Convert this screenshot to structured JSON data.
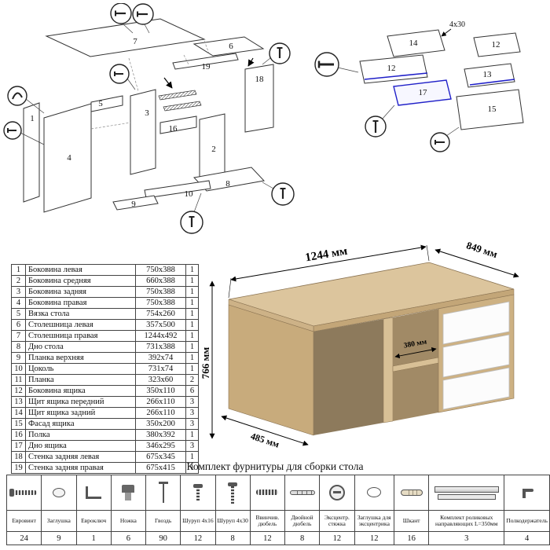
{
  "parts_table": {
    "rows": [
      {
        "num": "1",
        "name": "Боковина левая",
        "size": "750x388",
        "qty": "1"
      },
      {
        "num": "2",
        "name": "Боковина средняя",
        "size": "660x388",
        "qty": "1"
      },
      {
        "num": "3",
        "name": "Боковина задняя",
        "size": "750x388",
        "qty": "1"
      },
      {
        "num": "4",
        "name": "Боковина правая",
        "size": "750x388",
        "qty": "1"
      },
      {
        "num": "5",
        "name": "Вязка стола",
        "size": "754x260",
        "qty": "1"
      },
      {
        "num": "6",
        "name": "Столешница левая",
        "size": "357x500",
        "qty": "1"
      },
      {
        "num": "7",
        "name": "Столешница правая",
        "size": "1244x492",
        "qty": "1"
      },
      {
        "num": "8",
        "name": "Дно стола",
        "size": "731x388",
        "qty": "1"
      },
      {
        "num": "9",
        "name": "Планка верхняя",
        "size": "392x74",
        "qty": "1"
      },
      {
        "num": "10",
        "name": "Цоколь",
        "size": "731x74",
        "qty": "1"
      },
      {
        "num": "11",
        "name": "Планка",
        "size": "323x60",
        "qty": "2"
      },
      {
        "num": "12",
        "name": "Боковина ящика",
        "size": "350x110",
        "qty": "6"
      },
      {
        "num": "13",
        "name": "Щит ящика передний",
        "size": "266x110",
        "qty": "3"
      },
      {
        "num": "14",
        "name": "Щит ящика задний",
        "size": "266x110",
        "qty": "3"
      },
      {
        "num": "15",
        "name": "Фасад ящика",
        "size": "350x200",
        "qty": "3"
      },
      {
        "num": "16",
        "name": "Полка",
        "size": "380x392",
        "qty": "1"
      },
      {
        "num": "17",
        "name": "Дно ящика",
        "size": "346x295",
        "qty": "3"
      },
      {
        "num": "18",
        "name": "Стенка задняя левая",
        "size": "675x345",
        "qty": "1"
      },
      {
        "num": "19",
        "name": "Стенка задняя правая",
        "size": "675x415",
        "qty": "1"
      }
    ]
  },
  "hardware_table": {
    "title": "Комплект фурнитуры для сборки стола",
    "items": [
      {
        "label": "Евровинт",
        "qty": "24",
        "icon": "confirmat-screw-icon",
        "kind": "confirmat"
      },
      {
        "label": "Заглушка",
        "qty": "9",
        "icon": "cap-icon",
        "kind": "cap"
      },
      {
        "label": "Евроключ",
        "qty": "1",
        "icon": "hex-key-icon",
        "kind": "hexkey"
      },
      {
        "label": "Ножка",
        "qty": "6",
        "icon": "foot-icon",
        "kind": "foot"
      },
      {
        "label": "Гвоздь",
        "qty": "90",
        "icon": "nail-icon",
        "kind": "nail"
      },
      {
        "label": "Шуруп 4x16",
        "qty": "12",
        "icon": "screw-4x16-icon",
        "kind": "screw-s"
      },
      {
        "label": "Шуруп 4x30",
        "qty": "8",
        "icon": "screw-4x30-icon",
        "kind": "screw-m"
      },
      {
        "label": "Ввинчив. дюбель",
        "qty": "12",
        "icon": "threaded-dowel-icon",
        "kind": "tdowel"
      },
      {
        "label": "Двойной дюбель",
        "qty": "8",
        "icon": "double-dowel-icon",
        "kind": "ddowel"
      },
      {
        "label": "Эксцентр. стяжка",
        "qty": "12",
        "icon": "cam-lock-icon",
        "kind": "cam"
      },
      {
        "label": "Заглушка для эксцентрика",
        "qty": "12",
        "icon": "cam-cap-icon",
        "kind": "cap2"
      },
      {
        "label": "Шкант",
        "qty": "16",
        "icon": "wood-dowel-icon",
        "kind": "shkant"
      },
      {
        "label": "Комплект роликовых направляющих L=350мм",
        "qty": "3",
        "icon": "drawer-rail-icon",
        "kind": "rail"
      },
      {
        "label": "Полкодержатель",
        "qty": "4",
        "icon": "shelf-pin-icon",
        "kind": "pin"
      }
    ]
  },
  "desk": {
    "dim_width": "1244 мм",
    "dim_depth": "849 мм",
    "dim_height": "766 мм",
    "dim_shelf": "380 мм",
    "dim_side": "485 мм"
  },
  "diagram_left": {
    "labels": [
      "7",
      "6",
      "19",
      "18",
      "5",
      "3",
      "16",
      "2",
      "8",
      "10",
      "4",
      "9",
      "1"
    ]
  },
  "diagram_right": {
    "labels": [
      "14",
      "12",
      "12",
      "13",
      "17",
      "15"
    ],
    "note": "4x30"
  }
}
